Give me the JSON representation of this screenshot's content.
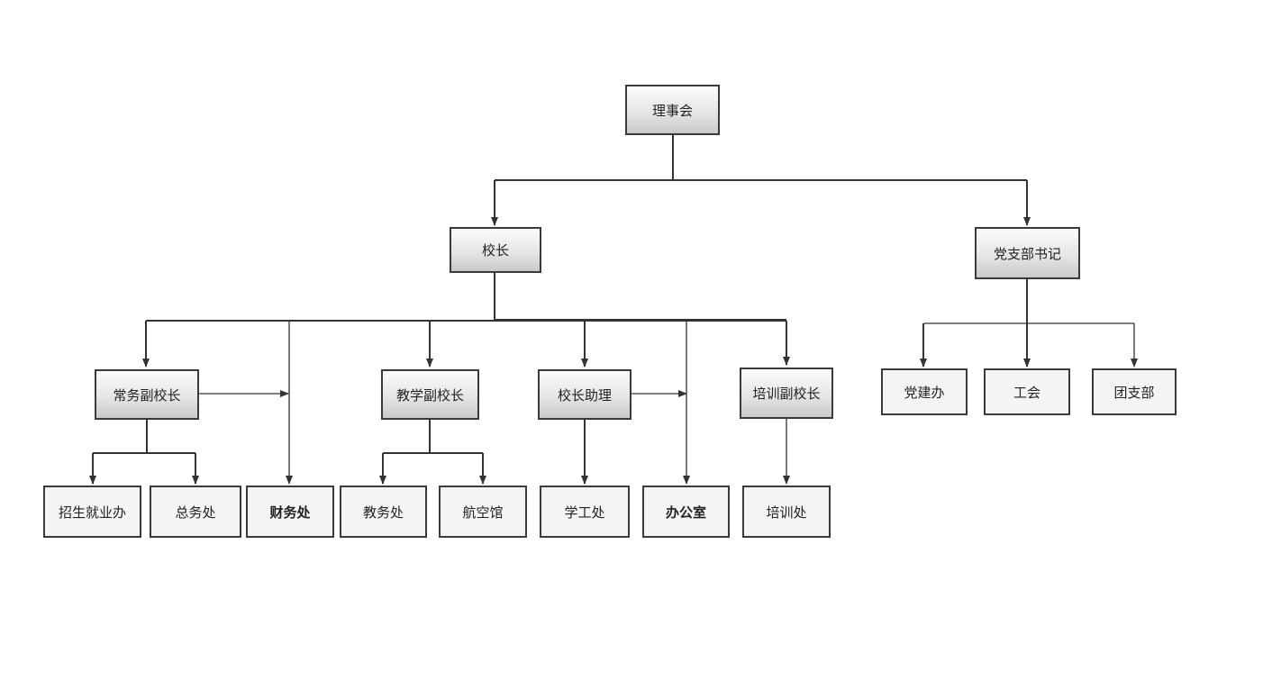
{
  "nodes": {
    "board": "理事会",
    "president": "校长",
    "party_secretary": "党支部书记",
    "exec_vp": "常务副校长",
    "teaching_vp": "教学副校长",
    "assistant": "校长助理",
    "training_vp": "培训副校长",
    "party_office": "党建办",
    "union": "工会",
    "youth_league": "团支部",
    "admissions": "招生就业办",
    "general_affairs": "总务处",
    "finance": "财务处",
    "academic_affairs": "教务处",
    "aviation_hall": "航空馆",
    "student_affairs": "学工处",
    "office": "办公室",
    "training_office": "培训处"
  },
  "colors": {
    "line": "#333333",
    "border": "#3a3a3a",
    "leaf_fill": "#f3f4f6"
  }
}
